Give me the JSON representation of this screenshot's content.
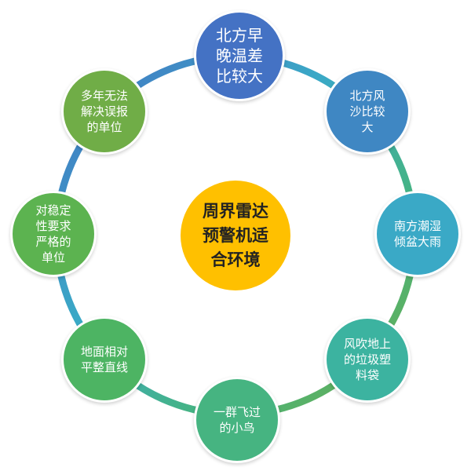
{
  "center": {
    "text": "周界雷达\n预警机适\n合环境",
    "color": "#ffc000"
  },
  "nodes": [
    {
      "text": "北方早\n晚温差\n比较大",
      "color": "#4472c4"
    },
    {
      "text": "北方风\n沙比较\n大",
      "color": "#3f87c3"
    },
    {
      "text": "南方潮湿\n倾盆大雨",
      "color": "#3aa9c6"
    },
    {
      "text": "风吹地上\n的垃圾塑\n料袋",
      "color": "#3cb3a0"
    },
    {
      "text": "一群飞过\n的小鸟",
      "color": "#46b481"
    },
    {
      "text": "地面相对\n平整直线",
      "color": "#4db463"
    },
    {
      "text": "对稳定\n性要求\n严格的\n单位",
      "color": "#5cb350"
    },
    {
      "text": "多年无法\n解决误报\n的单位",
      "color": "#70ad47"
    }
  ],
  "ring": {
    "colors": [
      "#4472c4",
      "#3aa9c6",
      "#46b481",
      "#70ad47"
    ]
  }
}
